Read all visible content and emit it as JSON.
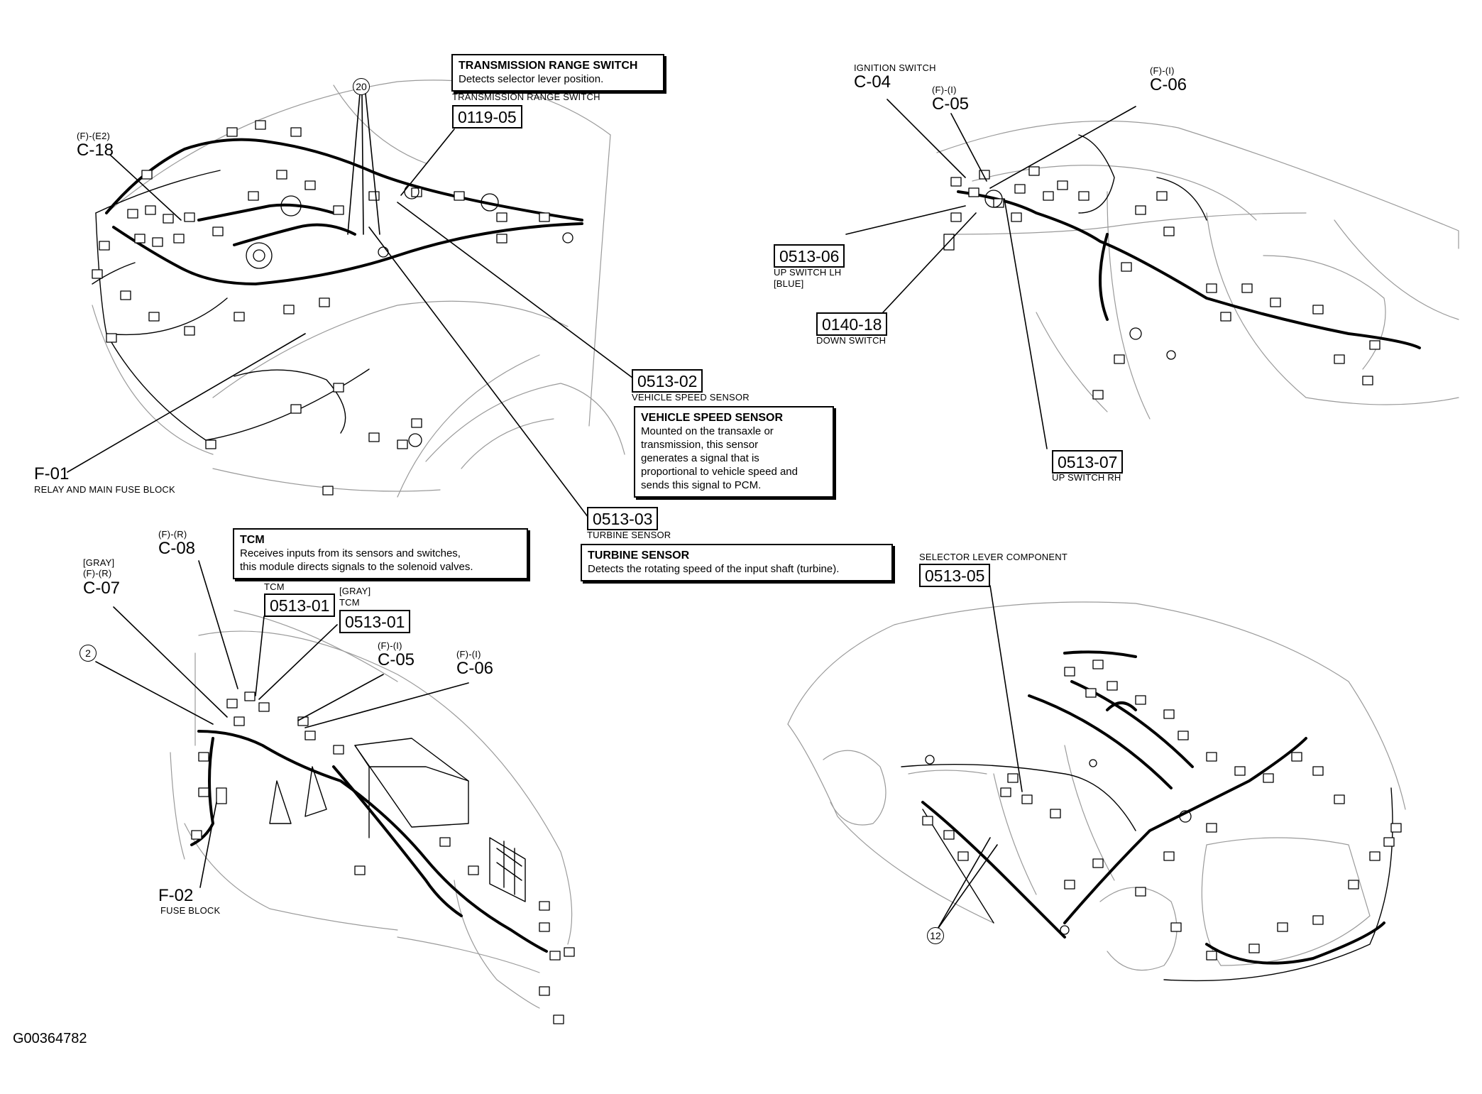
{
  "figure_id": "G00364782",
  "views": {
    "engine_bay": {
      "callout_c18": {
        "sub": "(F)-(E2)",
        "code": "C-18"
      },
      "callout_20": "20",
      "trs_note": {
        "title": "TRANSMISSION RANGE SWITCH",
        "body": "Detects selector lever position."
      },
      "trs_caption": "TRANSMISSION RANGE SWITCH",
      "trs_code": "0119-05",
      "vss_code": "0513-02",
      "vss_caption": "VEHICLE SPEED SENSOR",
      "vss_note": {
        "title": "VEHICLE SPEED SENSOR",
        "body": "Mounted on the transaxle or\ntransmission, this sensor\ngenerates a signal that is\nproportional to vehicle speed and\nsends this signal to PCM."
      },
      "turbine_code": "0513-03",
      "turbine_caption": "TURBINE SENSOR",
      "turbine_note": {
        "title": "TURBINE SENSOR",
        "body": "Detects the rotating speed of the input shaft (turbine)."
      },
      "f01": {
        "code": "F-01",
        "caption": "RELAY AND MAIN FUSE BLOCK"
      }
    },
    "dashboard": {
      "ign_sub": "IGNITION SWITCH",
      "ign_code": "C-04",
      "c05_sub": "(F)-(I)",
      "c05_code": "C-05",
      "c06_sub": "(F)-(I)",
      "c06_code": "C-06",
      "up_lh_code": "0513-06",
      "up_lh_caption": "UP SWITCH LH",
      "up_lh_color": "[BLUE]",
      "down_code": "0140-18",
      "down_caption": "DOWN SWITCH",
      "up_rh_code": "0513-07",
      "up_rh_caption": "UP SWITCH RH"
    },
    "cabin_left": {
      "tcm_note": {
        "title": "TCM",
        "body": "Receives inputs from its sensors and switches,\nthis module directs signals to the solenoid valves."
      },
      "c08_sub": "(F)-(R)",
      "c08_code": "C-08",
      "c07_color": "[GRAY]",
      "c07_sub": "(F)-(R)",
      "c07_code": "C-07",
      "tcm1_caption": "TCM",
      "tcm1_code": "0513-01",
      "tcm2_color": "[GRAY]",
      "tcm2_caption": "TCM",
      "tcm2_code": "0513-01",
      "c05_sub": "(F)-(I)",
      "c05_code": "C-05",
      "c06_sub": "(F)-(I)",
      "c06_code": "C-06",
      "callout_2": "2",
      "f02": {
        "code": "F-02",
        "caption": "FUSE BLOCK"
      }
    },
    "rear_body": {
      "sel_caption": "SELECTOR LEVER COMPONENT",
      "sel_code": "0513-05",
      "callout_12": "12"
    }
  }
}
